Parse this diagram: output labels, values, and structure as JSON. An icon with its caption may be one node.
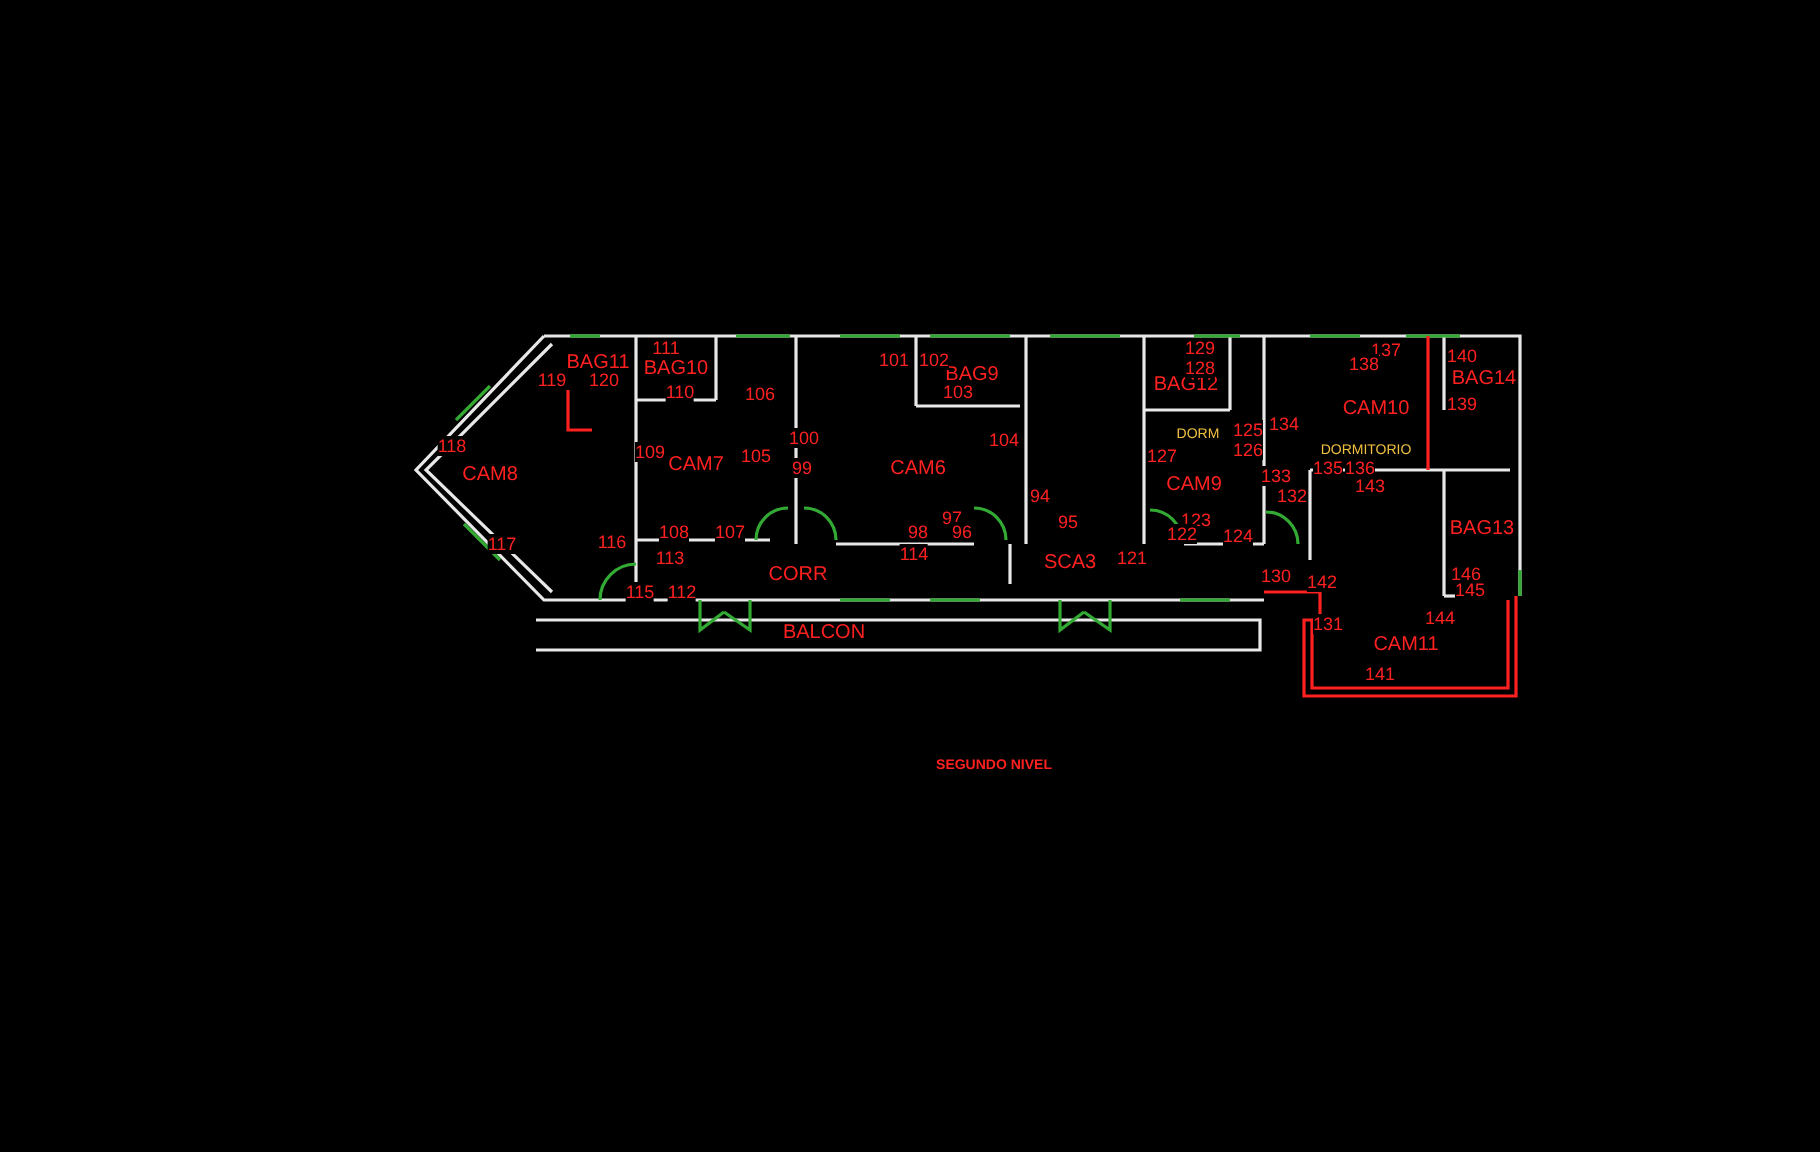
{
  "diagram": {
    "title": "SEGUNDO NIVEL",
    "nodes": [
      {
        "text": [
          "CAM8"
        ]
      },
      {
        "text": [
          "BAG11"
        ]
      },
      {
        "text": [
          "BAG10"
        ]
      },
      {
        "text": [
          "CAM7"
        ]
      },
      {
        "text": [
          "CAM6"
        ]
      },
      {
        "text": [
          "BAG9"
        ]
      },
      {
        "text": [
          "CORR"
        ]
      },
      {
        "text": [
          "SCA3"
        ]
      },
      {
        "text": [
          "BALCON"
        ]
      },
      {
        "text": [
          "BAG12"
        ]
      },
      {
        "text": [
          "CAM9"
        ]
      },
      {
        "text": [
          "CAM10"
        ]
      },
      {
        "text": [
          "BAG14"
        ]
      },
      {
        "text": [
          "BAG13"
        ]
      },
      {
        "text": [
          "CAM11"
        ]
      }
    ],
    "labels": [
      "111",
      "119",
      "120",
      "110",
      "106",
      "101",
      "102",
      "103",
      "129",
      "128",
      "137",
      "138",
      "140",
      "139",
      "118",
      "109",
      "105",
      "100",
      "99",
      "104",
      "125",
      "134",
      "126",
      "DORM",
      "127",
      "DORMITORIO",
      "135",
      "136",
      "133",
      "132",
      "143",
      "94",
      "97",
      "95",
      "98",
      "96",
      "123",
      "122",
      "124",
      "117",
      "108",
      "107",
      "116",
      "113",
      "114",
      "121",
      "146",
      "145",
      "142",
      "115",
      "112",
      "130",
      "131",
      "144",
      "141"
    ]
  }
}
